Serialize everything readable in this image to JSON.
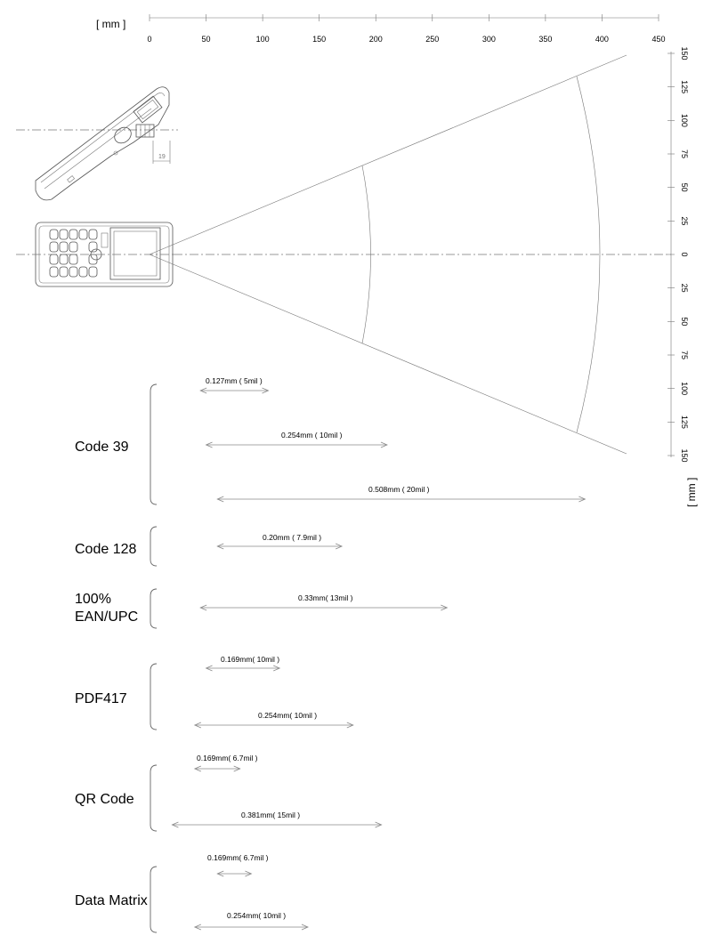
{
  "axis": {
    "top_unit": "[ mm ]",
    "right_unit": "[ mm ]",
    "top_ticks": [
      "0",
      "50",
      "100",
      "150",
      "200",
      "250",
      "300",
      "350",
      "400",
      "450"
    ],
    "right_ticks": [
      "150",
      "125",
      "100",
      "75",
      "50",
      "25",
      "0",
      "25",
      "50",
      "75",
      "100",
      "125",
      "150"
    ]
  },
  "device": {
    "dimension_label": "19"
  },
  "codes": [
    {
      "name": "Code 39",
      "ranges": [
        {
          "label": "0.127mm ( 5mil )",
          "from_mm": 45,
          "to_mm": 105
        },
        {
          "label": "0.254mm ( 10mil )",
          "from_mm": 50,
          "to_mm": 210
        },
        {
          "label": "0.508mm ( 20mil )",
          "from_mm": 60,
          "to_mm": 385
        }
      ]
    },
    {
      "name": "Code 128",
      "ranges": [
        {
          "label": "0.20mm ( 7.9mil )",
          "from_mm": 60,
          "to_mm": 170
        }
      ]
    },
    {
      "name_lines": [
        "100%",
        "EAN/UPC"
      ],
      "ranges": [
        {
          "label": "0.33mm( 13mil )",
          "from_mm": 45,
          "to_mm": 263
        }
      ]
    },
    {
      "name": "PDF417",
      "ranges": [
        {
          "label": "0.169mm( 10mil )",
          "from_mm": 50,
          "to_mm": 115
        },
        {
          "label": "0.254mm( 10mil )",
          "from_mm": 40,
          "to_mm": 180
        }
      ]
    },
    {
      "name": "QR Code",
      "ranges": [
        {
          "label": "0.169mm( 6.7mil )",
          "from_mm": 40,
          "to_mm": 80
        },
        {
          "label": "0.381mm( 15mil )",
          "from_mm": 20,
          "to_mm": 205
        }
      ]
    },
    {
      "name": "Data Matrix",
      "ranges": [
        {
          "label": "0.169mm( 6.7mil )",
          "from_mm": 60,
          "to_mm": 90
        },
        {
          "label": "0.254mm( 10mil )",
          "from_mm": 40,
          "to_mm": 140
        }
      ]
    }
  ]
}
